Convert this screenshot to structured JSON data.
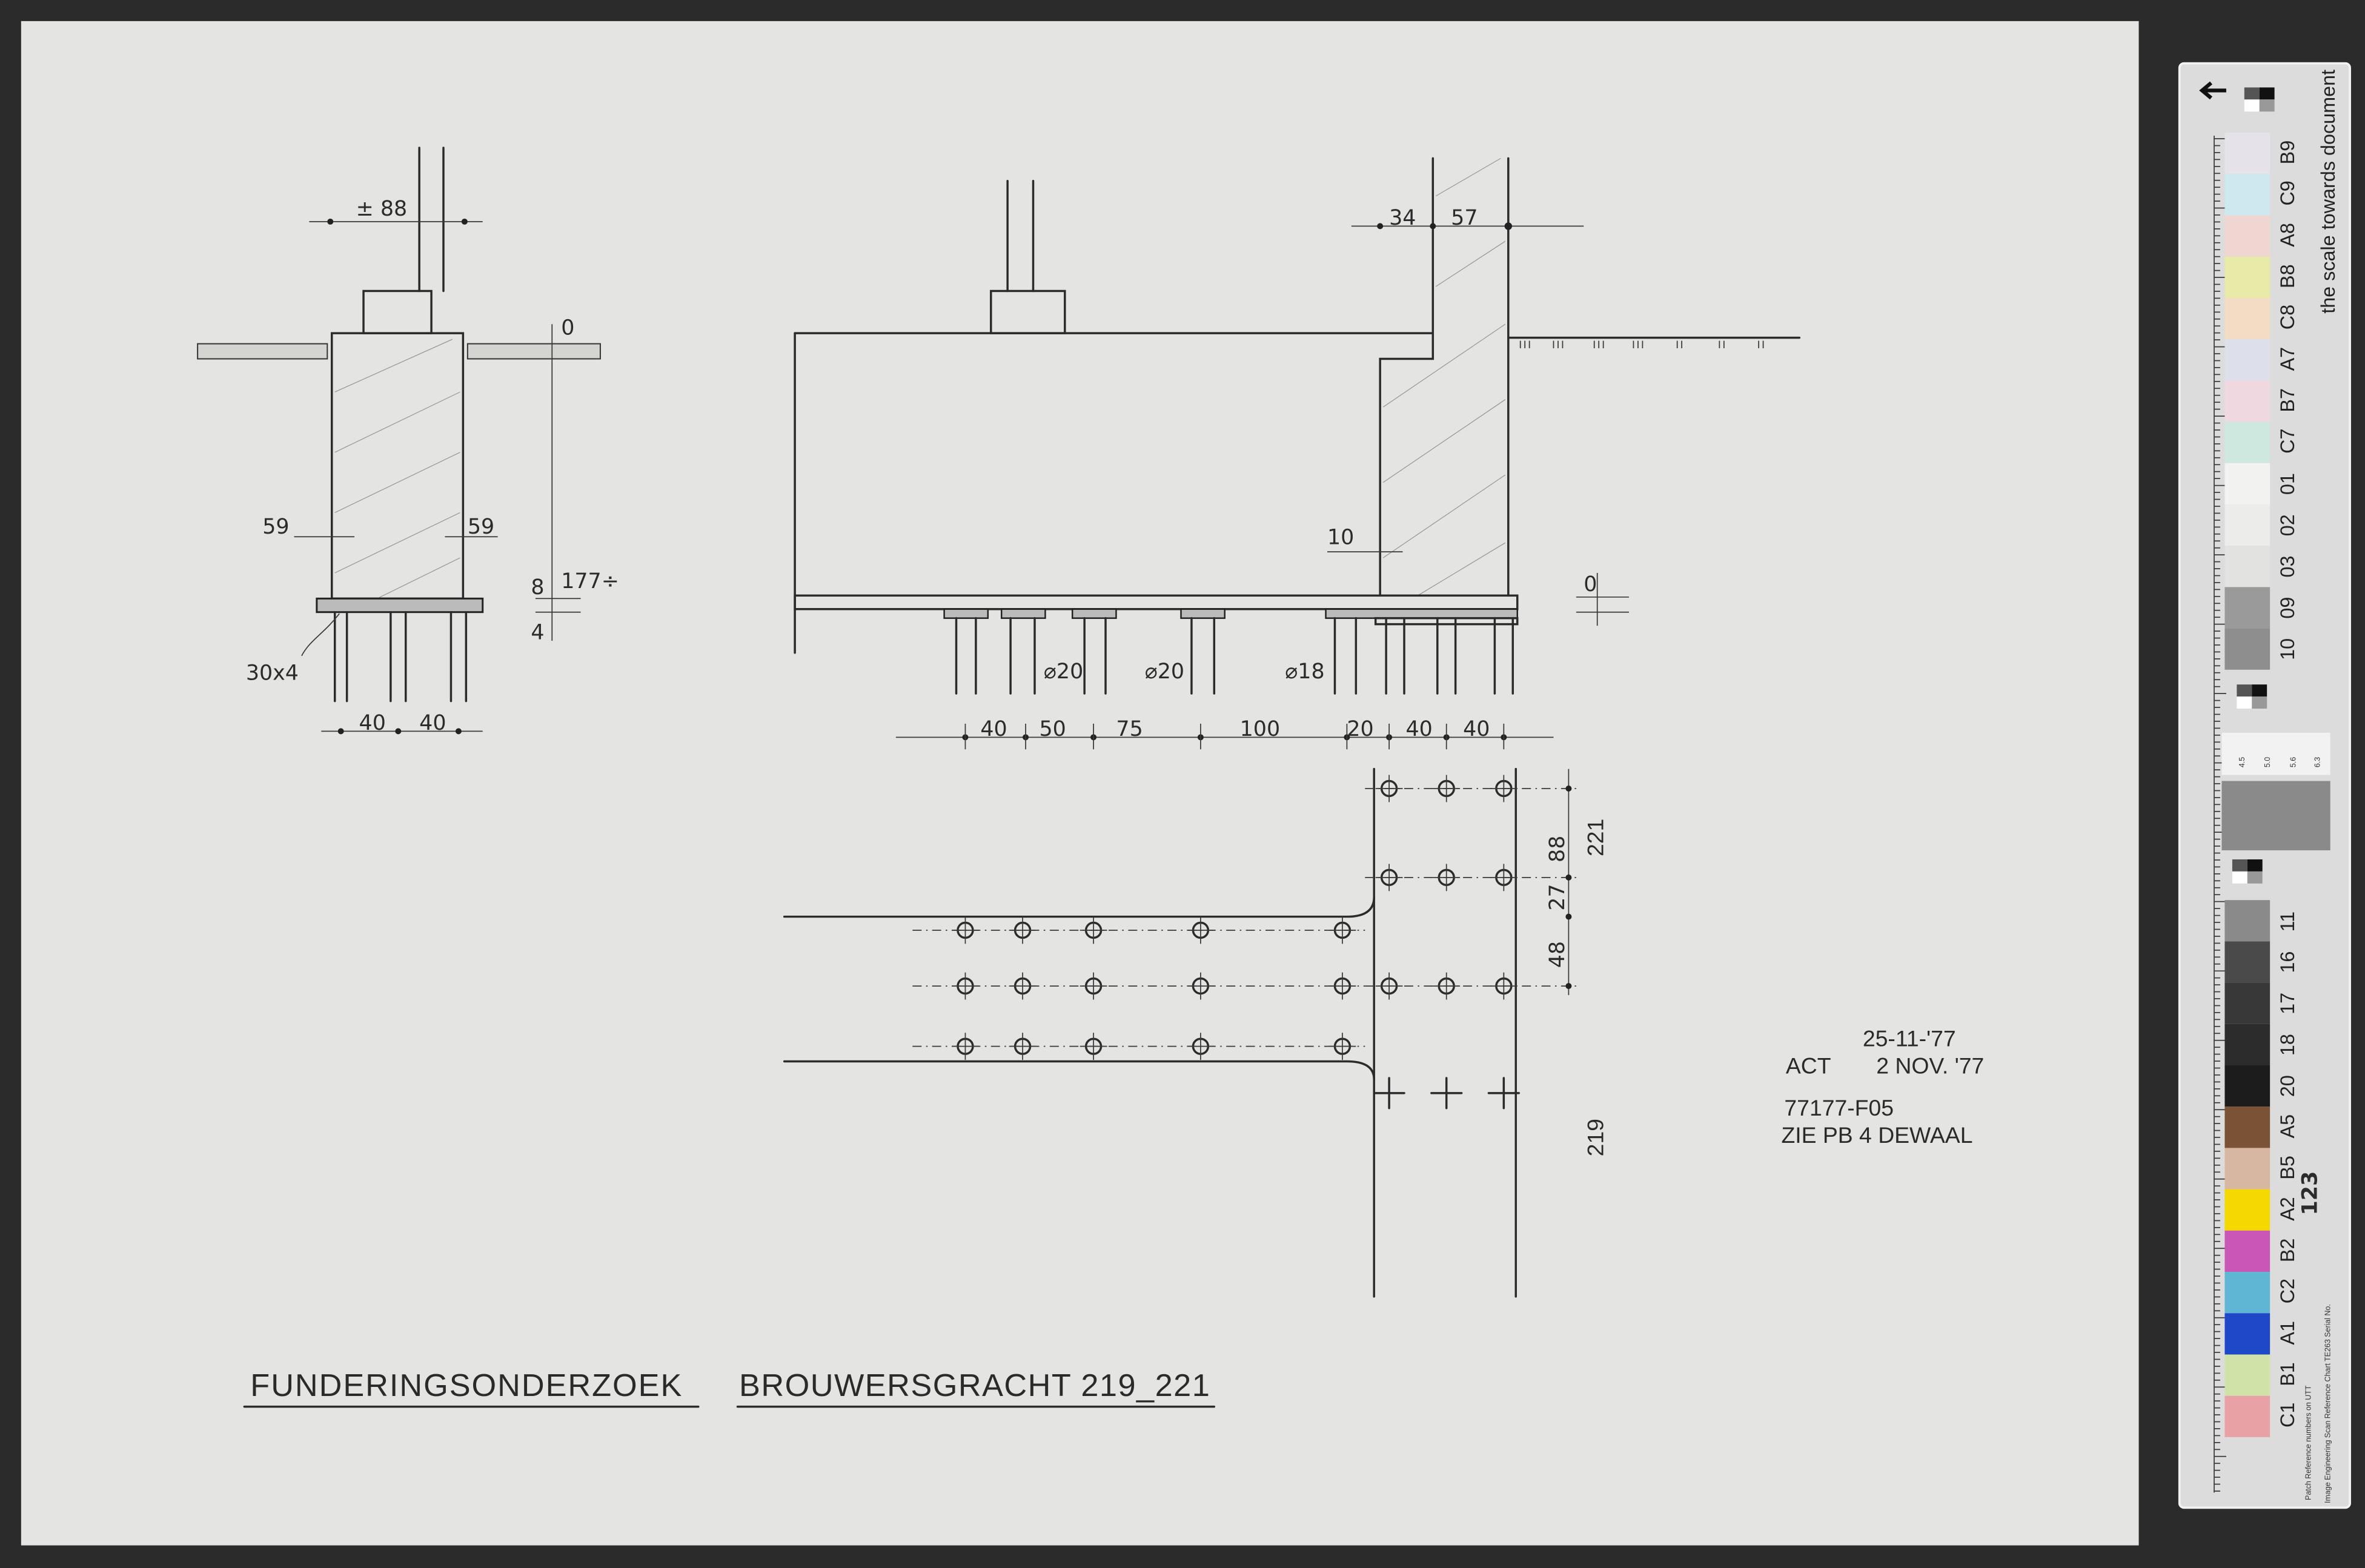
{
  "drawing": {
    "title": "FUNDERINGSONDERZOEK",
    "address": "BROUWERSGRACHT 219_221",
    "section_left": {
      "top_dim": "± 88",
      "left_offset": "59",
      "right_offset": "59",
      "level_zero": "0",
      "depth": "177÷",
      "plate_thickness_a": "8",
      "plate_thickness_b": "4",
      "plate_label": "30x4",
      "pile_spacing": [
        "40",
        "40"
      ]
    },
    "section_middle": {
      "wall_dims": [
        "34",
        "57"
      ],
      "offset": "10",
      "level_zero": "0",
      "pile_diameters": [
        "⌀20",
        "⌀20",
        "⌀18"
      ],
      "pile_spacing": [
        "40",
        "50",
        "75",
        "100",
        "20",
        "40",
        "40"
      ]
    },
    "plan": {
      "dims": [
        "88",
        "27",
        "48"
      ],
      "house_number_upper": "221",
      "house_number_lower": "219"
    },
    "stamp": {
      "date_1": "25-11-'77",
      "act_label": "ACT",
      "date_2": "2 NOV. '77",
      "code": "77177-F05",
      "reference": "ZIE PB 4 DEWAAL"
    }
  },
  "scan_chart": {
    "caption": "the scale towards document",
    "patch_reference": "Patch Reference numbers on UTT",
    "footer": "Image Engineering   Scan Reference Chart   TE263   Serial No.",
    "serial_handwritten": "123",
    "resolution_labels": [
      "4.5",
      "5.0",
      "5.6",
      "6.3"
    ],
    "patches_top": [
      {
        "label": "B9",
        "color": "#e6e2ea"
      },
      {
        "label": "C9",
        "color": "#cde8ee"
      },
      {
        "label": "A8",
        "color": "#f0d6d0"
      },
      {
        "label": "B8",
        "color": "#e8eaa8"
      },
      {
        "label": "C8",
        "color": "#f3dcc4"
      },
      {
        "label": "A7",
        "color": "#dde0ea"
      },
      {
        "label": "B7",
        "color": "#efd8df"
      },
      {
        "label": "C7",
        "color": "#cfe8df"
      },
      {
        "label": "01",
        "color": "#f2f2f0"
      },
      {
        "label": "02",
        "color": "#ececea"
      },
      {
        "label": "03",
        "color": "#e2e2e0"
      },
      {
        "label": "09",
        "color": "#9a9a9a"
      },
      {
        "label": "10",
        "color": "#8e8e8e"
      }
    ],
    "patches_bottom": [
      {
        "label": "11",
        "color": "#8a8a8a"
      },
      {
        "label": "16",
        "color": "#4a4a4a"
      },
      {
        "label": "17",
        "color": "#383838"
      },
      {
        "label": "18",
        "color": "#2c2c2c"
      },
      {
        "label": "20",
        "color": "#1c1c1c"
      },
      {
        "label": "A5",
        "color": "#7a5236"
      },
      {
        "label": "B5",
        "color": "#d8b7a2"
      },
      {
        "label": "A2",
        "color": "#f5d800"
      },
      {
        "label": "B2",
        "color": "#c957b8"
      },
      {
        "label": "C2",
        "color": "#5fb6d4"
      },
      {
        "label": "A1",
        "color": "#1f48c8"
      },
      {
        "label": "B1",
        "color": "#cfe3a8"
      },
      {
        "label": "C1",
        "color": "#e8a2a6"
      }
    ]
  }
}
